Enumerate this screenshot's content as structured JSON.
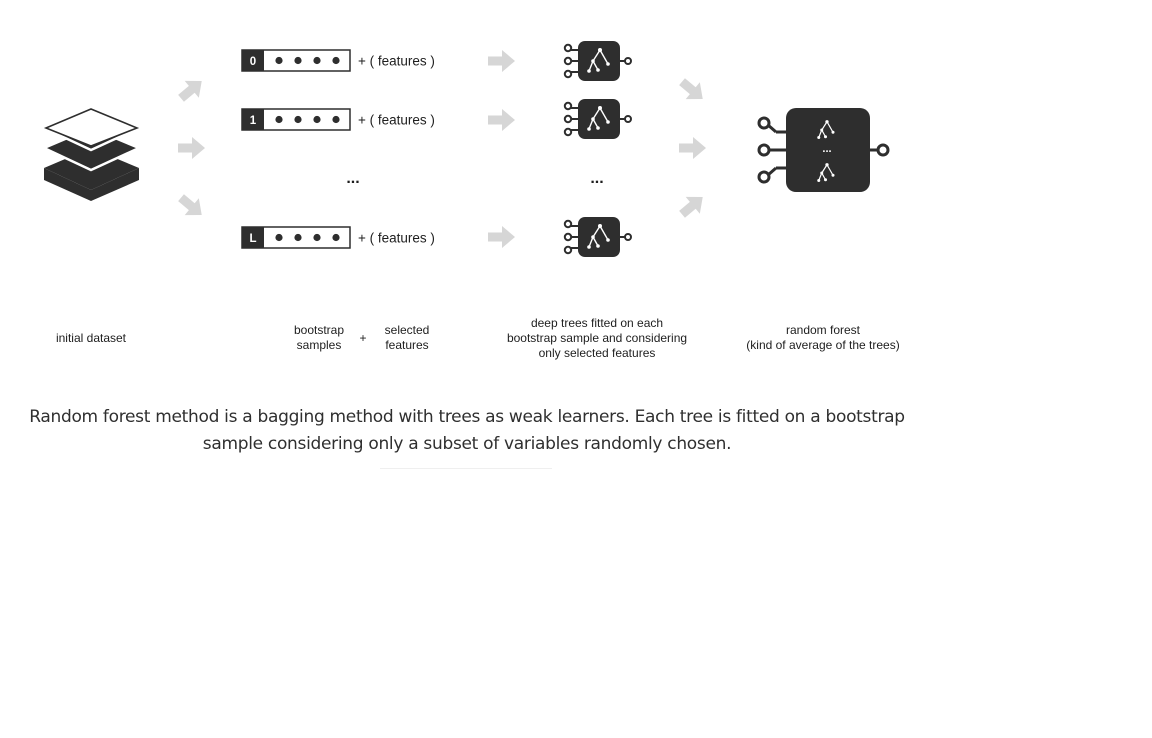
{
  "diagram": {
    "labels": {
      "initial_dataset": "initial dataset",
      "bootstrap_line1": "bootstrap",
      "bootstrap_line2": "samples",
      "plus": "+",
      "selected_line1": "selected",
      "selected_line2": "features",
      "trees_line1": "deep trees fitted on each",
      "trees_line2": "bootstrap sample and considering",
      "trees_line3": "only selected features",
      "forest_line1": "random forest",
      "forest_line2": "(kind of average of the trees)"
    },
    "samples": [
      {
        "index": "0",
        "features_text": "+ ( features )"
      },
      {
        "index": "1",
        "features_text": "+ ( features )"
      },
      {
        "index": "L",
        "features_text": "+ ( features )"
      }
    ],
    "ellipsis": "...",
    "forest_icon_ellipsis": "...",
    "icons": [
      "dataset-stack-icon",
      "arrow-icon",
      "decision-tree-icon",
      "random-forest-icon"
    ],
    "colors": {
      "dark": "#2e2e2e",
      "arrow": "#d6d6d6",
      "text": "#1e1e1e",
      "caption": "#2f2f2f"
    }
  },
  "caption": "Random forest method is a bagging method with trees as weak learners. Each tree is fitted on a bootstrap sample considering only a subset of variables randomly chosen."
}
